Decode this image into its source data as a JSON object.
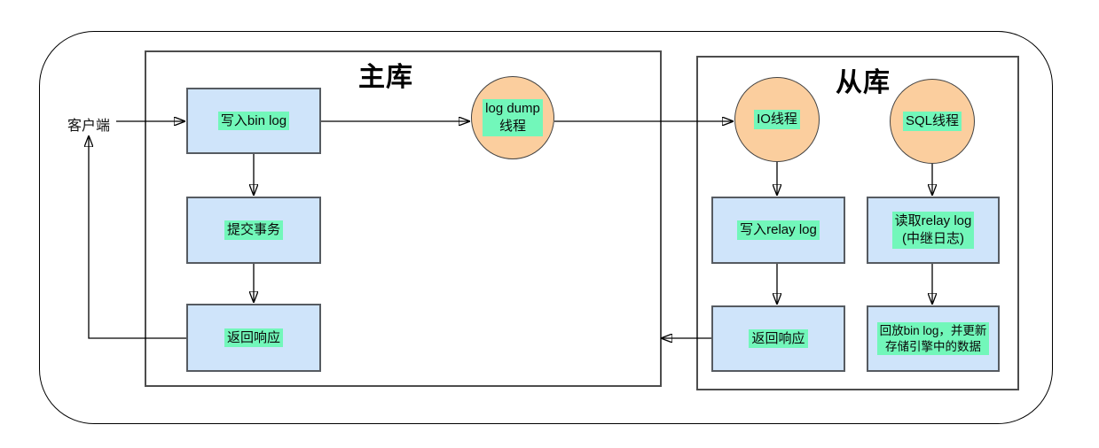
{
  "diagram": {
    "client_label": "客户端",
    "master": {
      "title": "主库",
      "nodes": {
        "write_binlog": "写入bin log",
        "commit_txn": "提交事务",
        "return_resp": "返回响应",
        "log_dump_thread": "log dump\n线程"
      }
    },
    "slave": {
      "title": "从库",
      "nodes": {
        "io_thread": "IO线程",
        "sql_thread": "SQL线程",
        "write_relay_log": "写入relay log",
        "read_relay_log": "读取relay log\n(中继日志)",
        "return_resp": "返回响应",
        "replay_binlog": "回放bin log，并更新\n存储引擎中的数据"
      }
    },
    "colors": {
      "node-fill": "#cfe4fa",
      "node-border": "#565b61",
      "circle-fill": "#fbce9e",
      "circle-border": "#434343",
      "highlight": "#72f7ba",
      "zone-border": "#4d4d4d",
      "outer-border": "#000000",
      "arrow": "#000000"
    }
  }
}
